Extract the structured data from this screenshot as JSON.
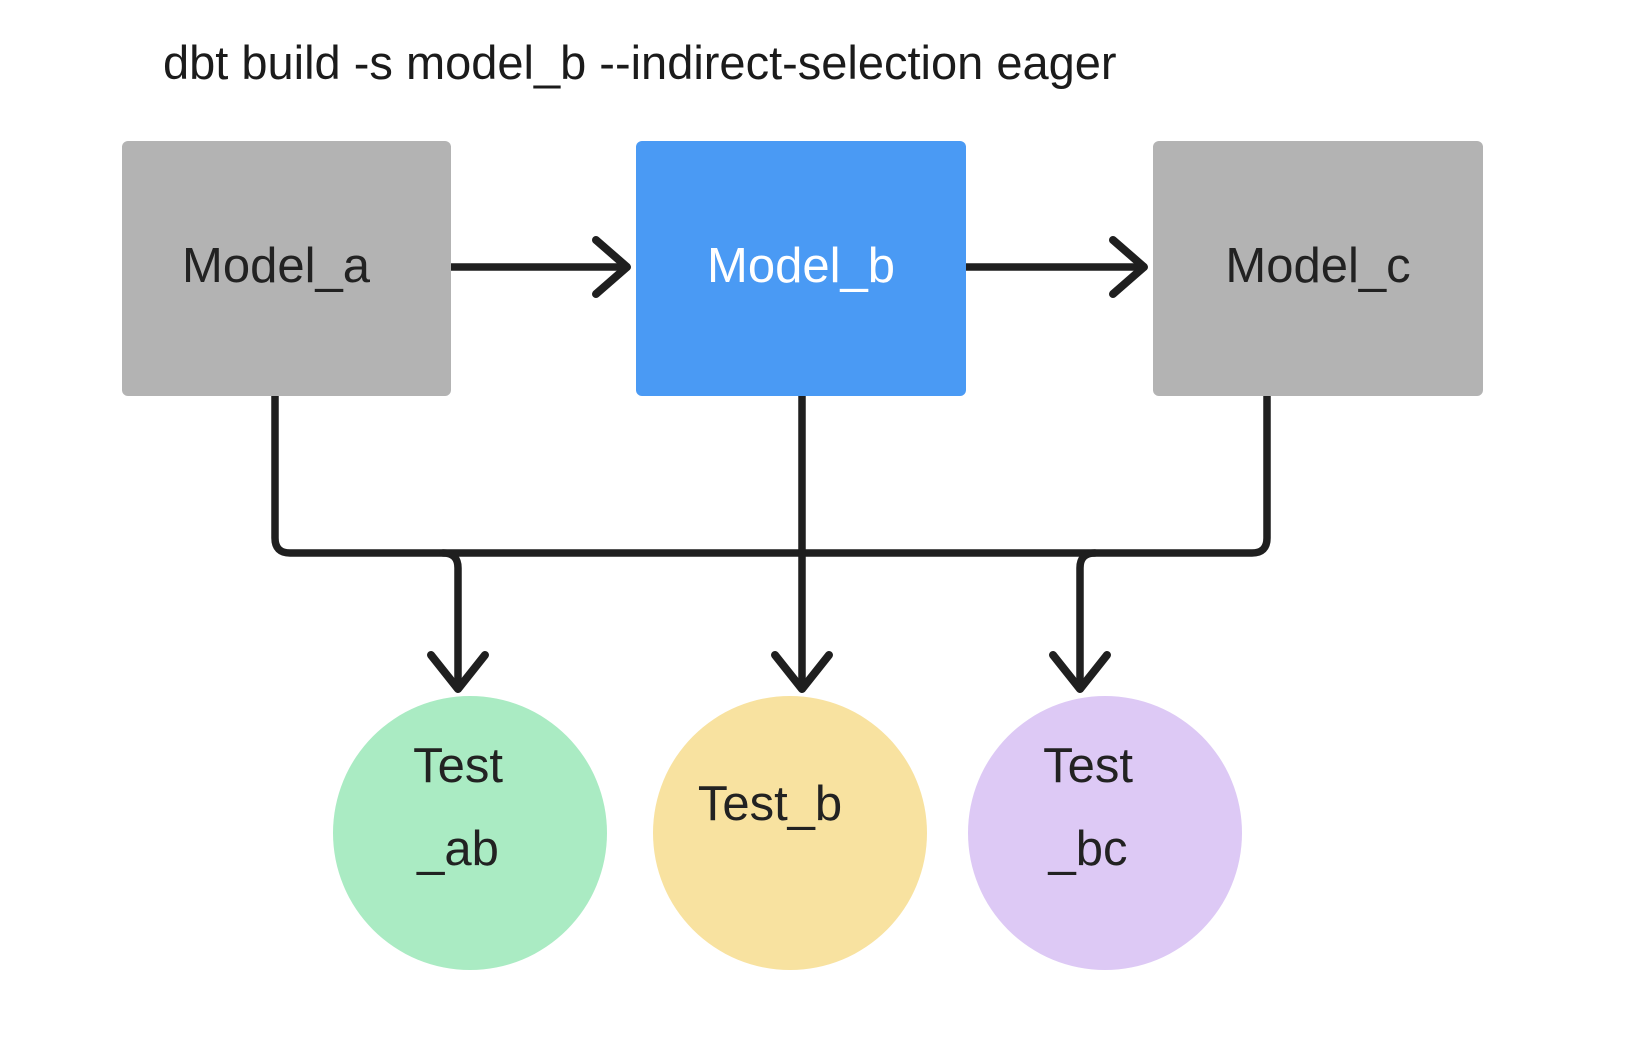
{
  "diagram": {
    "title": "dbt build -s model_b --indirect-selection eager",
    "background_color": "#ffffff",
    "edge_color": "#1f1f1f",
    "nodes": {
      "model_a": {
        "label": "Model_a",
        "shape": "rect",
        "fill": "#b3b3b3",
        "text_color": "#222222"
      },
      "model_b": {
        "label": "Model_b",
        "shape": "rect",
        "fill": "#4a9af4",
        "text_color": "#ffffff"
      },
      "model_c": {
        "label": "Model_c",
        "shape": "rect",
        "fill": "#b3b3b3",
        "text_color": "#222222"
      },
      "test_ab": {
        "label_line1": "Test",
        "label_line2": "_ab",
        "shape": "circle",
        "fill": "#aaebc3",
        "text_color": "#222222"
      },
      "test_b": {
        "label_line1": "Test_b",
        "label_line2": "",
        "shape": "circle",
        "fill": "#f8e2a0",
        "text_color": "#222222"
      },
      "test_bc": {
        "label_line1": "Test",
        "label_line2": "_bc",
        "shape": "circle",
        "fill": "#ddc9f5",
        "text_color": "#222222"
      }
    },
    "edges": [
      {
        "from": "model_a",
        "to": "model_b",
        "style": "arrow-right"
      },
      {
        "from": "model_b",
        "to": "model_c",
        "style": "arrow-right"
      },
      {
        "from": "model_a",
        "to": "test_ab",
        "style": "elbow-down"
      },
      {
        "from": "model_b",
        "to": "test_ab",
        "style": "elbow-down"
      },
      {
        "from": "model_b",
        "to": "test_b",
        "style": "straight-down"
      },
      {
        "from": "model_b",
        "to": "test_bc",
        "style": "elbow-down"
      },
      {
        "from": "model_c",
        "to": "test_bc",
        "style": "elbow-down"
      }
    ]
  }
}
